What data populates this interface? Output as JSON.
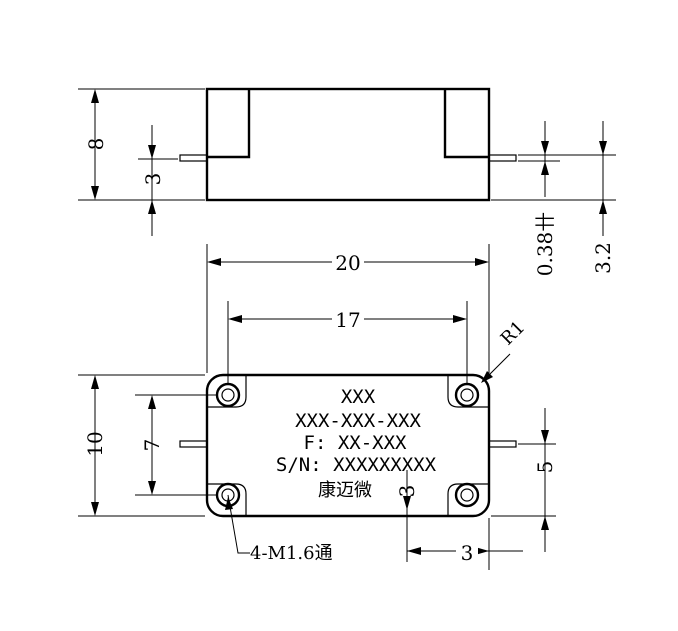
{
  "side_view": {
    "dim_height": "8",
    "dim_pin_height": "3",
    "dim_pin_thickness": "0.38",
    "dim_pin_thickness_suffix": "卄",
    "dim_pin_offset": "3.2"
  },
  "top_view": {
    "dim_length": "20",
    "dim_hole_spacing_x": "17",
    "dim_width": "10",
    "dim_hole_spacing_y": "7",
    "dim_corner_radius": "R1",
    "dim_pin_from_bottom": "5",
    "dim_pin_to_edge": "3",
    "dim_pin_position": "3",
    "hole_callout": "4-M1.6通"
  },
  "label": {
    "line1": "XXX",
    "line2": "XXX-XXX-XXX",
    "line3": "F: XX-XXX",
    "line4": "S/N: XXXXXXXXX",
    "line5": "康迈微"
  }
}
